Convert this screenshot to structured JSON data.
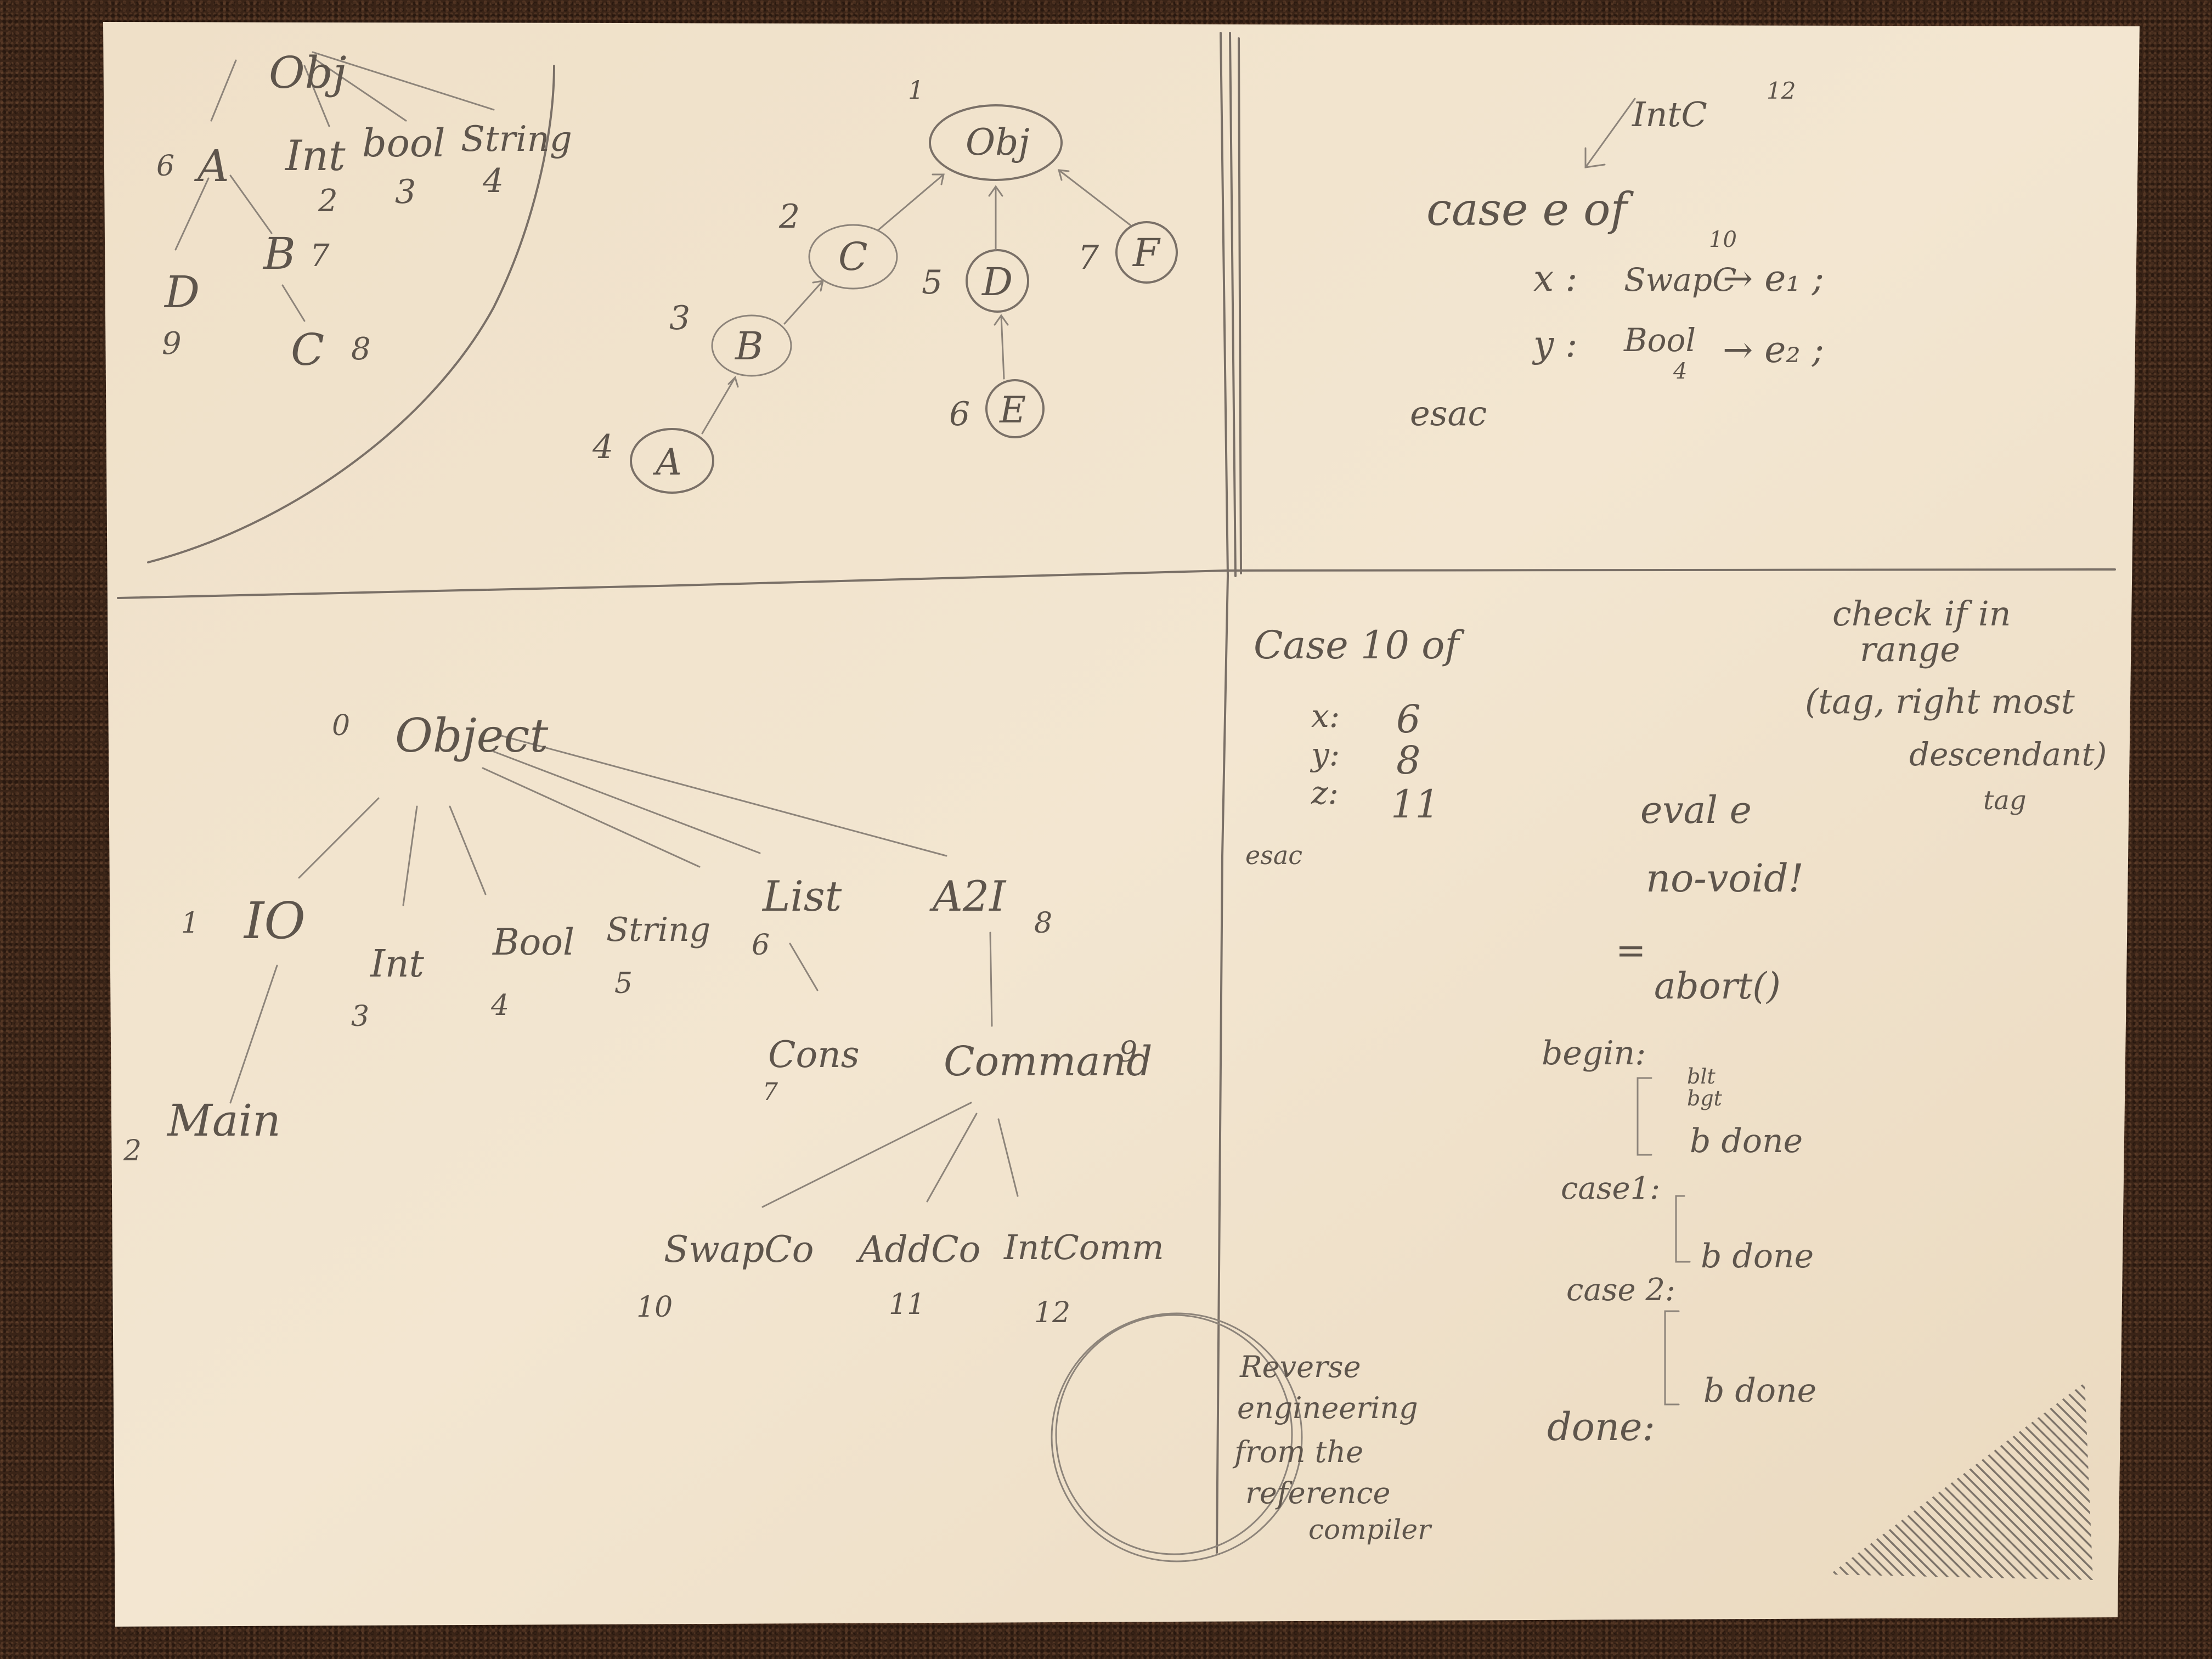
{
  "colors": {
    "paper": "#f1e2cc",
    "pencil": "#5e554c",
    "carpet": "#3a2417"
  },
  "icons": [
    "arrow-icon",
    "bracket-icon"
  ],
  "q1": {
    "title": "Obj",
    "nodes": [
      {
        "label": "A",
        "num": "6"
      },
      {
        "label": "Int",
        "num": "2"
      },
      {
        "label": "bool",
        "num": "3"
      },
      {
        "label": "String",
        "num": "4"
      },
      {
        "label": "B",
        "num": "7"
      },
      {
        "label": "D",
        "num": "9"
      },
      {
        "label": "C",
        "num": "8"
      }
    ]
  },
  "q2": {
    "header": "1",
    "root": "Obj",
    "nodes": [
      {
        "label": "C",
        "num": "2"
      },
      {
        "label": "B",
        "num": "3"
      },
      {
        "label": "A",
        "num": "4"
      },
      {
        "label": "D",
        "num": "5"
      },
      {
        "label": "E",
        "num": "6"
      },
      {
        "label": "F",
        "num": "7"
      }
    ]
  },
  "q3": {
    "ann_intc": "IntC",
    "ann_12": "12",
    "line1": "case  e  of",
    "sup10": "10",
    "branch1_var": "x :",
    "branch1_type": "SwapC",
    "branch1_expr": "→  e₁ ;",
    "branch2_var": "y :",
    "branch2_type": "Bool",
    "sub4": "4",
    "branch2_expr": "→  e₂ ;",
    "end": "esac"
  },
  "q4": {
    "root": {
      "label": "Object",
      "num": "0"
    },
    "nodes": [
      {
        "label": "IO",
        "num": "1"
      },
      {
        "label": "Int",
        "num": "3"
      },
      {
        "label": "Bool",
        "num": "4"
      },
      {
        "label": "String",
        "num": "5"
      },
      {
        "label": "List",
        "num": "6"
      },
      {
        "label": "A2I",
        "num": "8"
      },
      {
        "label": "Main",
        "num": "2"
      },
      {
        "label": "Cons",
        "num": "7"
      },
      {
        "label": "Command",
        "num": "9"
      },
      {
        "label": "SwapCo",
        "num": "10"
      },
      {
        "label": "AddCo",
        "num": "11"
      },
      {
        "label": "IntComm",
        "num": "12"
      }
    ]
  },
  "q5": {
    "line1": "Case  10  of",
    "rows": [
      {
        "var": "x:",
        "val": "6"
      },
      {
        "var": "y:",
        "val": "8"
      },
      {
        "var": "z:",
        "val": "11"
      }
    ],
    "end": "esac",
    "note_line1": "check if in",
    "note_line2": "range",
    "note_line3": "(tag, right most",
    "note_line4": "descendant)",
    "note_line5": "tag",
    "eval": "eval e",
    "novoid": "no-void!",
    "eq": "=",
    "abort": "abort()",
    "begin": "begin:",
    "blt": "blt",
    "bgt": "bgt",
    "b_done1": "b  done",
    "case1": "case1:",
    "b_done2": "b  done",
    "case2": "case 2:",
    "b_done3": "b  done",
    "done": "done:",
    "circle_line1": "Reverse",
    "circle_line2": "engineering",
    "circle_line3": "from  the",
    "circle_line4": "reference",
    "circle_line5": "compiler"
  }
}
